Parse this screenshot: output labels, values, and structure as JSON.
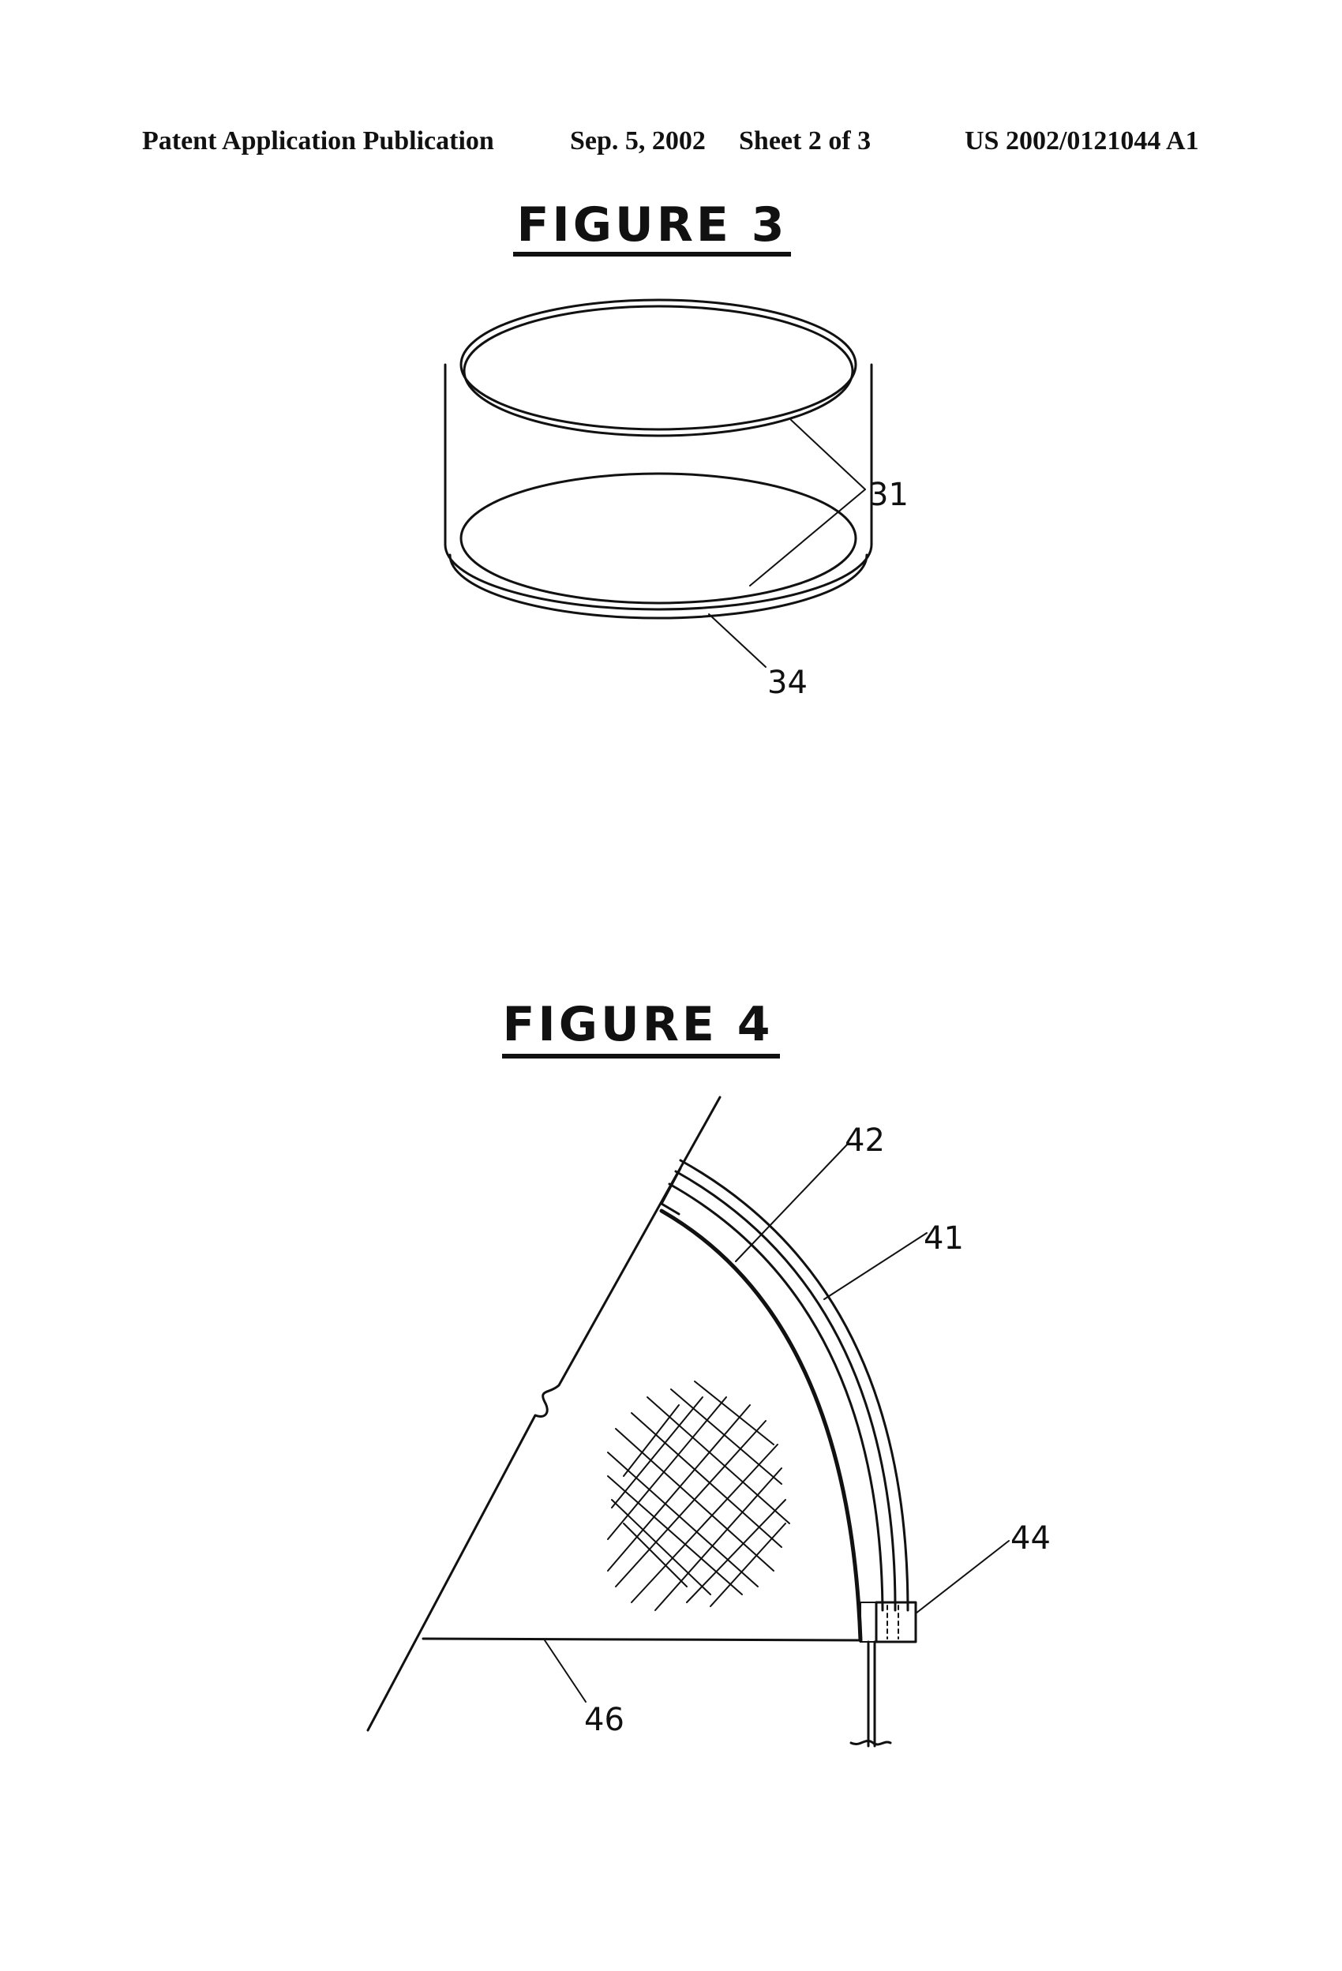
{
  "header": {
    "publication": "Patent Application Publication",
    "date": "Sep. 5, 2002",
    "sheet": "Sheet 2 of 3",
    "number": "US 2002/0121044 A1"
  },
  "figure3": {
    "title": "FIGURE 3",
    "labels": {
      "rings": "31",
      "bottom_edge": "34"
    }
  },
  "figure4": {
    "title": "FIGURE 4",
    "labels": {
      "inner_band": "42",
      "outer_band": "41",
      "clip": "44",
      "base_edge": "46"
    }
  }
}
